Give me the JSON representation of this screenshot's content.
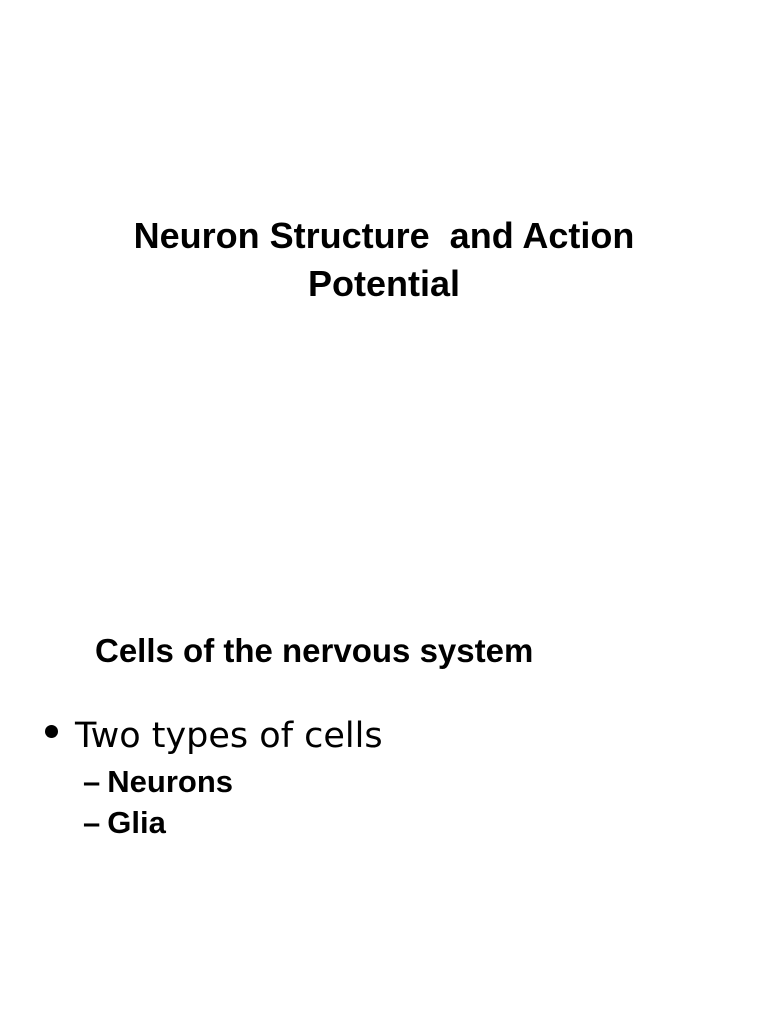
{
  "page": {
    "background_color": "#ffffff",
    "text_color": "#000000"
  },
  "slide": {
    "title": "Neuron Structure  and Action\nPotential",
    "heading": "Cells of the nervous system",
    "bullets": [
      {
        "level": 1,
        "marker": "•",
        "text": "Two types of cells",
        "bold": false
      },
      {
        "level": 2,
        "marker": "–",
        "text": "Neurons",
        "bold": true
      },
      {
        "level": 2,
        "marker": "–",
        "text": "Glia",
        "bold": true
      }
    ]
  }
}
